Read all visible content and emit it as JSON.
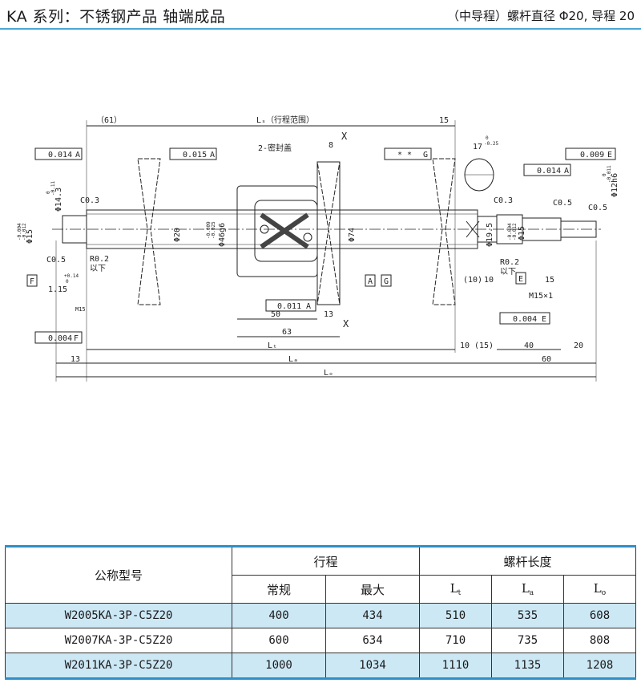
{
  "header": {
    "title": "KA 系列：不锈钢产品 轴端成品",
    "subtitle": "（中导程）螺杆直径 Φ20, 导程 20"
  },
  "drawing": {
    "labels": {
      "dim_61": "（61）",
      "ls_range": "Lₛ（行程范围）",
      "dim_15_top": "15",
      "x_top": "X",
      "x_bottom": "X",
      "seal_callout": "2-密封盖",
      "dim_8": "8",
      "dim_17": "17",
      "tol_17": "-0.25",
      "tol_17_zero": "0",
      "gd_parallel_a": "0.014",
      "gd_perp_a": "0.015",
      "gd_pos_g": "* *",
      "gd_ref_g": "G",
      "gd_ref_a": "A",
      "gd_ref_e": "E",
      "gd_009_e": "0.009",
      "gd_014_a_right": "0.014",
      "phi143": "Φ14.3",
      "phi143_tol": "-0.11",
      "phi143_zero": "0",
      "phi15_left": "Φ15",
      "phi15_left_tol1": "-0.004",
      "phi15_left_tol2": "-0.012",
      "c03_left": "C0.3",
      "c05_left": "C0.5",
      "phi20": "Φ20",
      "phi46": "Φ46g6",
      "phi46_tol1": "-0.009",
      "phi46_tol2": "-0.025",
      "phi74": "Φ74",
      "phi195": "Φ19.5",
      "phi15_right": "Φ15",
      "phi15_right_tol1": "-0.004",
      "phi15_right_tol2": "-0.012",
      "phi12h6": "Φ12h6",
      "phi12h6_tol1": "0",
      "phi12h6_tol2": "-0.011",
      "c03_right": "C0.3",
      "c05_r1": "C0.5",
      "c05_r2": "C0.5",
      "r02_left": "R0.2",
      "r02_left_2": "以下",
      "r02_right": "R0.2",
      "r02_right_2": "以下",
      "ref_f": "F",
      "ref_a_mid": "A",
      "ref_g_mid": "G",
      "ref_e_right": "E",
      "dim_115": "1.15",
      "dim_115_tol1": "+0.14",
      "dim_115_tol2": "0",
      "dim_m15": "M15",
      "dim_10a": "(10)",
      "dim_10b": "10",
      "dim_15_right": "15",
      "m15x1": "M15×1",
      "perp_011_a": "0.011",
      "perp_004_e": "0.004",
      "perp_004_f": "0.004",
      "dim_50": "50",
      "dim_13_nut": "13",
      "dim_63": "63",
      "lt": "Lₜ",
      "dim_10_bottom": "10",
      "dim_15_paren": "(15)",
      "dim_40": "40",
      "dim_20": "20",
      "dim_13_left": "13",
      "la": "Lₐ",
      "dim_60": "60",
      "lo": "Lₒ"
    }
  },
  "table": {
    "header": {
      "model": "公称型号",
      "stroke": "行程",
      "screw_length": "螺杆长度",
      "normal": "常规",
      "max": "最大",
      "lt": "L",
      "lt_sub": "t",
      "la": "L",
      "la_sub": "a",
      "lo": "L",
      "lo_sub": "o"
    },
    "rows": [
      {
        "model": "W2005KA-3P-C5Z20",
        "normal": "400",
        "max": "434",
        "lt": "510",
        "la": "535",
        "lo": "608"
      },
      {
        "model": "W2007KA-3P-C5Z20",
        "normal": "600",
        "max": "634",
        "lt": "710",
        "la": "735",
        "lo": "808"
      },
      {
        "model": "W2011KA-3P-C5Z20",
        "normal": "1000",
        "max": "1034",
        "lt": "1110",
        "la": "1135",
        "lo": "1208"
      }
    ]
  },
  "colors": {
    "accent": "#2f8fc8",
    "row_shade": "#cde8f5"
  }
}
